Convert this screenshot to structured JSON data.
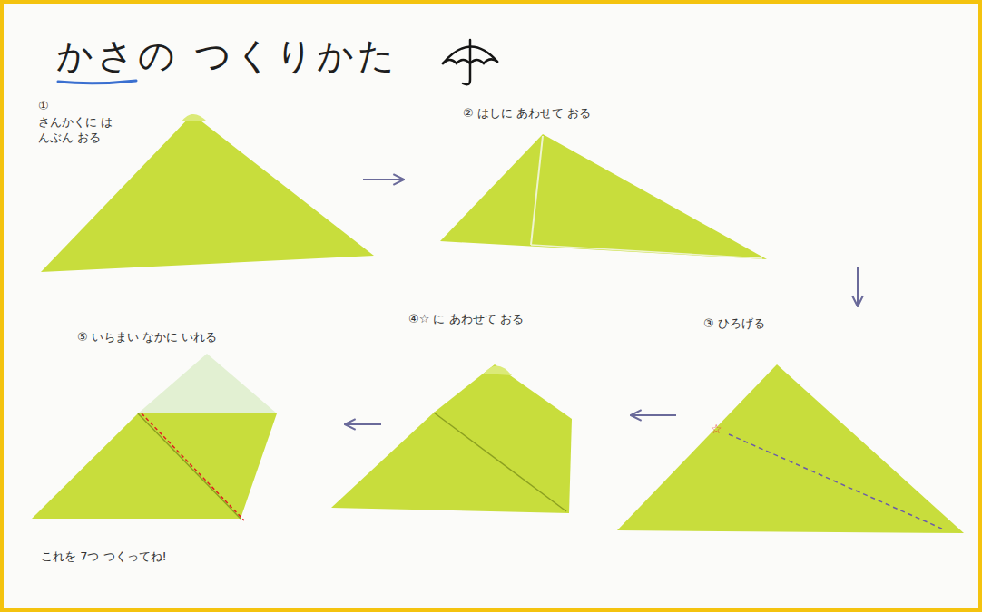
{
  "diagram": {
    "title": "かさの つくりかた",
    "nodes": [
      {
        "text": [
          "①",
          "さんかくに はんぶん おる"
        ]
      },
      {
        "text": [
          "② はしに あわせて おる"
        ]
      },
      {
        "text": [
          "③ ひろげる"
        ]
      },
      {
        "text": [
          "④☆ に あわせて おる"
        ]
      },
      {
        "text": [
          "⑤ いちまい なかに いれる"
        ]
      }
    ],
    "edges": [
      {
        "from": 0,
        "to": 1,
        "arrow": "to"
      },
      {
        "from": 1,
        "to": 2,
        "arrow": "to"
      },
      {
        "from": 2,
        "to": 3,
        "arrow": "to"
      },
      {
        "from": 3,
        "to": 4,
        "arrow": "to"
      }
    ],
    "labels": [
      "☆",
      "これを 7つ つくってね!"
    ]
  }
}
